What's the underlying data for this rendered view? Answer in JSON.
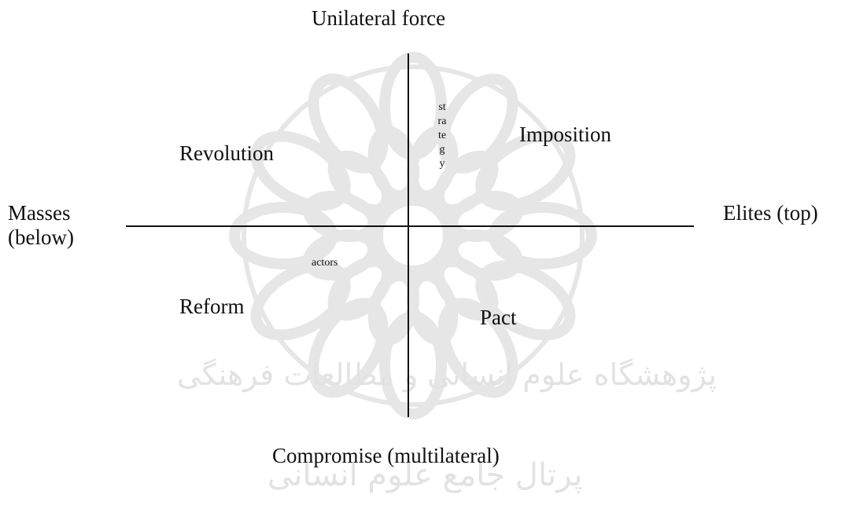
{
  "diagram": {
    "top_label": "Unilateral force",
    "bottom_label": "Compromise (multilateral)",
    "left_label": {
      "line1": "Masses",
      "line2": "(below)"
    },
    "right_label": "Elites (top)",
    "quadrants": {
      "top_left": "Revolution",
      "top_right": "Imposition",
      "bottom_left": "Reform",
      "bottom_right": "Pact"
    },
    "vertical_axis_caption": "strategy",
    "horizontal_axis_caption": "actors"
  },
  "watermark": {
    "line1": "پژوهشگاه علوم انسانی و مطالعات فرهنگی",
    "line2": "پرتال جامع علوم انسانی",
    "color": "#e2e2e2"
  },
  "colors": {
    "ink": "#111111",
    "watermark": "#e2e2e2",
    "background": "#ffffff"
  }
}
